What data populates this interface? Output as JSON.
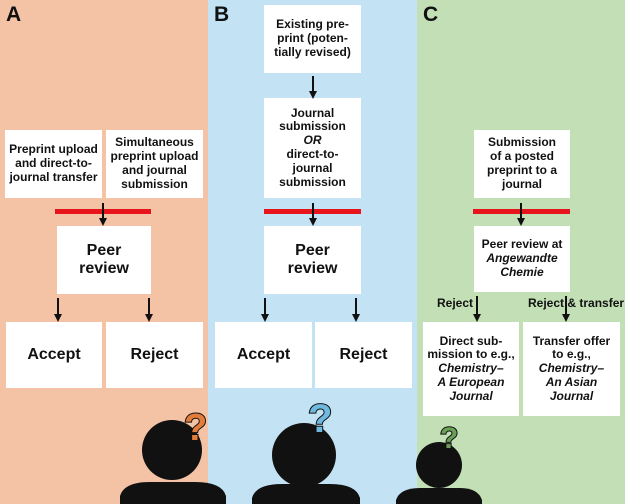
{
  "colors": {
    "panel_a": "#f4c3a6",
    "panel_b": "#c3e3f4",
    "panel_c": "#c3dfb5",
    "bar": "#e8141b",
    "qmark_a": "#e37b3a",
    "qmark_b": "#6fb8de",
    "qmark_c": "#6a9f57"
  },
  "panel_a": {
    "label": "A",
    "box1": [
      "Preprint upload",
      "and direct-to-",
      "journal transfer"
    ],
    "box2": [
      "Simultaneous",
      "preprint upload",
      "and journal",
      "submission"
    ],
    "peer": [
      "Peer",
      "review"
    ],
    "accept": "Accept",
    "reject": "Reject"
  },
  "panel_b": {
    "label": "B",
    "top": [
      "Existing pre-",
      "print (poten-",
      "tially revised)"
    ],
    "mid": [
      "Journal",
      "submission",
      "OR",
      "direct-to-",
      "journal",
      "submission"
    ],
    "peer": [
      "Peer",
      "review"
    ],
    "accept": "Accept",
    "reject": "Reject"
  },
  "panel_c": {
    "label": "C",
    "top": [
      "Submission",
      "of a posted",
      "preprint to a",
      "journal"
    ],
    "peer": [
      "Peer review at",
      "Angewandte",
      "Chemie"
    ],
    "reject_label": "Reject",
    "reject_transfer_label": "Reject & transfer",
    "left": [
      "Direct sub-",
      "mission to e.g.,",
      "Chemistry–",
      "A European",
      "Journal"
    ],
    "right": [
      "Transfer offer",
      "to e.g.,",
      "Chemistry–",
      "An Asian",
      "Journal"
    ]
  },
  "icons": [
    "question-mark-icon",
    "person-icon",
    "arrow-down-icon"
  ]
}
